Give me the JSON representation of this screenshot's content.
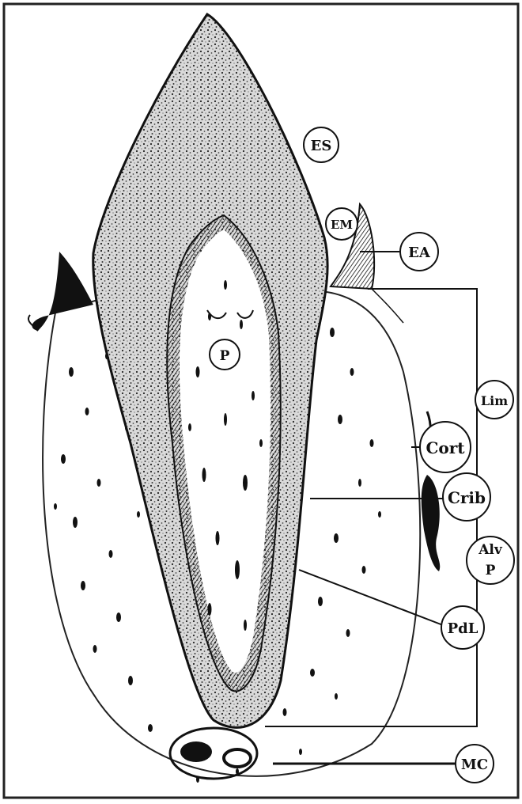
{
  "labels": {
    "es": "ES",
    "em": "EM",
    "ea": "EA",
    "p": "P",
    "lim": "Lim",
    "cort": "Cort",
    "crib": "Crib",
    "alv_line1": "Alv",
    "alv_line2": "P",
    "pdl": "PdL",
    "mc": "MC"
  },
  "colors": {
    "ink": "#111111",
    "paper": "#ffffff",
    "stipple": "#333333"
  }
}
